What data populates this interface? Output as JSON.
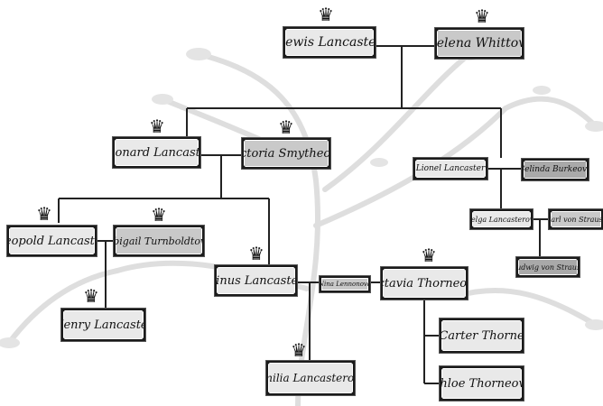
{
  "people": {
    "lewis": "Lewis Lancaster",
    "helena": "Helena Whittová",
    "leonard": "Leonard Lancaster",
    "victoria": "Victoria Smytheová",
    "lionel": "Lionel Lancaster",
    "belinda": "Belinda Burkeová",
    "helga": "Helga Lancasterová",
    "carl": "Carl von Strauss",
    "ludwig": "Ludwig von Strauss",
    "leopold": "Leopold Lancaster",
    "abigail": "Abigail Turnboldtová",
    "linus": "Linus Lancaster",
    "nina": "Nina Lennonová",
    "octavia": "Octavia Thorneová",
    "henry": "Henry Lancaster",
    "carter": "Carter Thorne",
    "chloe": "Chloe Thorneová",
    "emilia": "Emilia Lancasterová"
  },
  "crown_icon": "♛"
}
